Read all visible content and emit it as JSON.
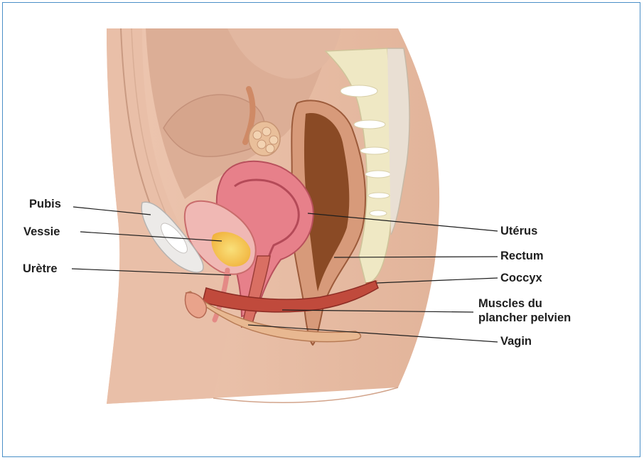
{
  "labels": {
    "pubis": "Pubis",
    "vessie": "Vessie",
    "uretre": "Urètre",
    "uterus": "Utérus",
    "rectum": "Rectum",
    "coccyx": "Coccyx",
    "muscles_line1": "Muscles du",
    "muscles_line2": "plancher pelvien",
    "vagin": "Vagin"
  },
  "colors": {
    "frame": "#4a8fc7",
    "skin": "#e7bca4",
    "uterus": "#e7808a",
    "rectum": "#8a4a25",
    "bladder": "#f0b8b4",
    "urine": "#f4c444",
    "muscle": "#c04a3c",
    "bone": "#eee8c6"
  }
}
